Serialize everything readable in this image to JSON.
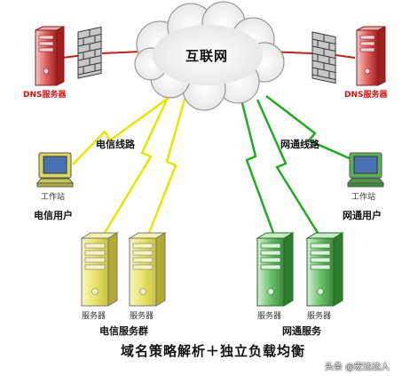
{
  "cloud": {
    "label": "互联网"
  },
  "dns_servers": [
    {
      "label": "DNS服务器"
    },
    {
      "label": "DNS服务器"
    }
  ],
  "lines": {
    "telecom": {
      "label": "电信线路",
      "color": "#e6e600"
    },
    "unicom": {
      "label": "网通线路",
      "color": "#22aa22"
    }
  },
  "workstations": [
    {
      "caption": "工作站",
      "user_label": "电信用户"
    },
    {
      "caption": "工作站",
      "user_label": "网通用户"
    }
  ],
  "server_groups": {
    "telecom": {
      "label": "电信服务群",
      "servers": [
        "服务器",
        "服务器"
      ],
      "color": "#e8e060"
    },
    "unicom": {
      "label": "网通服务",
      "servers": [
        "服务器",
        "服务器"
      ],
      "color": "#3aa03a"
    }
  },
  "title": "域名策略解析＋独立负载均衡",
  "watermark": "头条 @宏达达人",
  "colors": {
    "dns_red": "#d01010",
    "telecom_yellow": "#e6e600",
    "unicom_green": "#22aa22"
  }
}
